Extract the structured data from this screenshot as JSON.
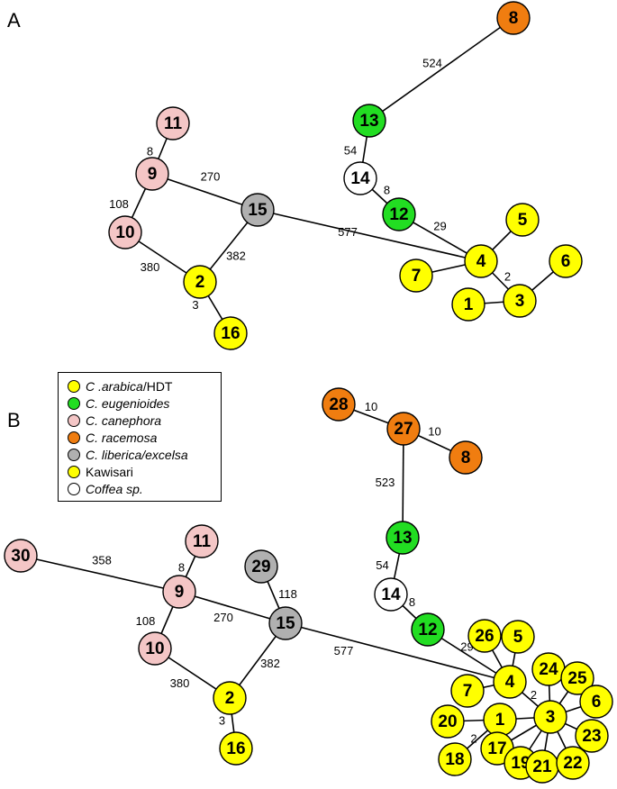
{
  "panels": {
    "a": "A",
    "b": "B"
  },
  "legend": {
    "items": [
      {
        "italic": "C .arabica",
        "rest": "/HDT",
        "color": "#ffff00"
      },
      {
        "italic": "C. eugenioides",
        "rest": "",
        "color": "#22dd22"
      },
      {
        "italic": "C. canephora",
        "rest": "",
        "color": "#f4c6c6"
      },
      {
        "italic": "C. racemosa",
        "rest": "",
        "color": "#f07d10"
      },
      {
        "italic": "C. liberica/excelsa",
        "rest": "",
        "color": "#b0b0b0"
      },
      {
        "italic": "",
        "rest": "Kawisari",
        "color": "#ffff00"
      },
      {
        "italic": "Coffea sp.",
        "rest": "",
        "color": "#ffffff"
      }
    ]
  },
  "network_a": {
    "nodes": [
      {
        "id": "8",
        "group": "racemosa"
      },
      {
        "id": "13",
        "group": "eugenioides"
      },
      {
        "id": "14",
        "group": "sp"
      },
      {
        "id": "12",
        "group": "eugenioides"
      },
      {
        "id": "11",
        "group": "canephora"
      },
      {
        "id": "9",
        "group": "canephora"
      },
      {
        "id": "10",
        "group": "canephora"
      },
      {
        "id": "15",
        "group": "liberica"
      },
      {
        "id": "2",
        "group": "arabica"
      },
      {
        "id": "16",
        "group": "arabica"
      },
      {
        "id": "5",
        "group": "arabica"
      },
      {
        "id": "4",
        "group": "arabica"
      },
      {
        "id": "7",
        "group": "arabica"
      },
      {
        "id": "6",
        "group": "arabica"
      },
      {
        "id": "1",
        "group": "arabica"
      },
      {
        "id": "3",
        "group": "arabica"
      }
    ],
    "edges": [
      {
        "from": "8",
        "to": "13",
        "label": "524"
      },
      {
        "from": "13",
        "to": "14",
        "label": "54"
      },
      {
        "from": "14",
        "to": "12",
        "label": "8"
      },
      {
        "from": "12",
        "to": "4",
        "label": "29"
      },
      {
        "from": "11",
        "to": "9",
        "label": "8"
      },
      {
        "from": "9",
        "to": "10",
        "label": "108"
      },
      {
        "from": "9",
        "to": "15",
        "label": "270"
      },
      {
        "from": "10",
        "to": "2",
        "label": "380"
      },
      {
        "from": "15",
        "to": "2",
        "label": "382"
      },
      {
        "from": "15",
        "to": "4",
        "label": "577"
      },
      {
        "from": "2",
        "to": "16",
        "label": "3"
      },
      {
        "from": "4",
        "to": "5",
        "label": ""
      },
      {
        "from": "4",
        "to": "7",
        "label": ""
      },
      {
        "from": "4",
        "to": "3",
        "label": "2"
      },
      {
        "from": "3",
        "to": "6",
        "label": ""
      },
      {
        "from": "3",
        "to": "1",
        "label": ""
      }
    ]
  },
  "network_b": {
    "nodes": [
      {
        "id": "28",
        "group": "racemosa"
      },
      {
        "id": "27",
        "group": "racemosa"
      },
      {
        "id": "8",
        "group": "racemosa"
      },
      {
        "id": "13",
        "group": "eugenioides"
      },
      {
        "id": "14",
        "group": "sp"
      },
      {
        "id": "12",
        "group": "eugenioides"
      },
      {
        "id": "30",
        "group": "canephora"
      },
      {
        "id": "11",
        "group": "canephora"
      },
      {
        "id": "9",
        "group": "canephora"
      },
      {
        "id": "10",
        "group": "canephora"
      },
      {
        "id": "29",
        "group": "liberica"
      },
      {
        "id": "15",
        "group": "liberica"
      },
      {
        "id": "2",
        "group": "arabica"
      },
      {
        "id": "16",
        "group": "arabica"
      },
      {
        "id": "26",
        "group": "arabica"
      },
      {
        "id": "5",
        "group": "arabica"
      },
      {
        "id": "4",
        "group": "arabica"
      },
      {
        "id": "7",
        "group": "arabica"
      },
      {
        "id": "24",
        "group": "arabica"
      },
      {
        "id": "25",
        "group": "arabica"
      },
      {
        "id": "6",
        "group": "arabica"
      },
      {
        "id": "20",
        "group": "arabica"
      },
      {
        "id": "1",
        "group": "arabica"
      },
      {
        "id": "3",
        "group": "arabica"
      },
      {
        "id": "23",
        "group": "arabica"
      },
      {
        "id": "18",
        "group": "arabica"
      },
      {
        "id": "17",
        "group": "arabica"
      },
      {
        "id": "19",
        "group": "arabica"
      },
      {
        "id": "21",
        "group": "arabica"
      },
      {
        "id": "22",
        "group": "arabica"
      }
    ],
    "edges": [
      {
        "from": "28",
        "to": "27",
        "label": "10"
      },
      {
        "from": "27",
        "to": "8",
        "label": "10"
      },
      {
        "from": "27",
        "to": "13",
        "label": "523"
      },
      {
        "from": "13",
        "to": "14",
        "label": "54"
      },
      {
        "from": "14",
        "to": "12",
        "label": "8"
      },
      {
        "from": "12",
        "to": "4",
        "label": "29"
      },
      {
        "from": "30",
        "to": "9",
        "label": "358"
      },
      {
        "from": "11",
        "to": "9",
        "label": "8"
      },
      {
        "from": "9",
        "to": "10",
        "label": "108"
      },
      {
        "from": "9",
        "to": "15",
        "label": "270"
      },
      {
        "from": "29",
        "to": "15",
        "label": "118"
      },
      {
        "from": "10",
        "to": "2",
        "label": "380"
      },
      {
        "from": "15",
        "to": "2",
        "label": "382"
      },
      {
        "from": "15",
        "to": "4",
        "label": "577"
      },
      {
        "from": "2",
        "to": "16",
        "label": "3"
      },
      {
        "from": "4",
        "to": "26",
        "label": ""
      },
      {
        "from": "4",
        "to": "5",
        "label": ""
      },
      {
        "from": "4",
        "to": "7",
        "label": ""
      },
      {
        "from": "4",
        "to": "3",
        "label": "2"
      },
      {
        "from": "3",
        "to": "24",
        "label": ""
      },
      {
        "from": "3",
        "to": "25",
        "label": ""
      },
      {
        "from": "3",
        "to": "6",
        "label": ""
      },
      {
        "from": "3",
        "to": "23",
        "label": ""
      },
      {
        "from": "3",
        "to": "22",
        "label": ""
      },
      {
        "from": "3",
        "to": "21",
        "label": ""
      },
      {
        "from": "3",
        "to": "19",
        "label": ""
      },
      {
        "from": "3",
        "to": "17",
        "label": ""
      },
      {
        "from": "3",
        "to": "1",
        "label": ""
      },
      {
        "from": "1",
        "to": "20",
        "label": ""
      },
      {
        "from": "1",
        "to": "18",
        "label": "2"
      }
    ]
  },
  "group_colors": {
    "arabica": "#ffff00",
    "eugenioides": "#22dd22",
    "canephora": "#f4c6c6",
    "racemosa": "#f07d10",
    "liberica": "#b0b0b0",
    "sp": "#ffffff"
  }
}
